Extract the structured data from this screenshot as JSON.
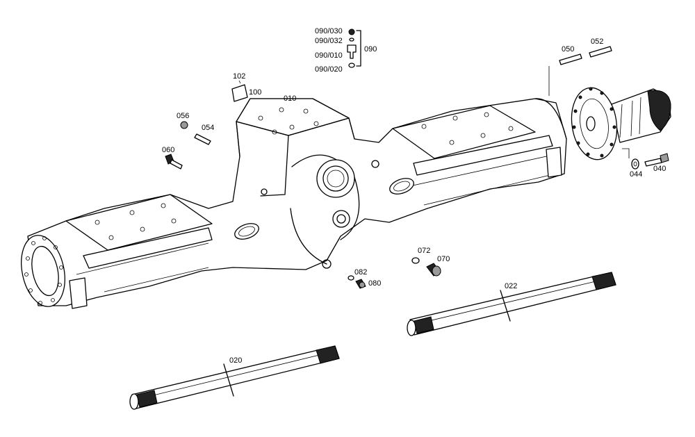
{
  "labels": {
    "p010": "010",
    "p020": "020",
    "p022": "022",
    "p040": "040",
    "p044": "044",
    "p050": "050",
    "p052": "052",
    "p054": "054",
    "p056": "056",
    "p060": "060",
    "p070": "070",
    "p072": "072",
    "p080": "080",
    "p082": "082",
    "p090": "090",
    "p090_010": "090/010",
    "p090_020": "090/020",
    "p090_030": "090/030",
    "p090_032": "090/032",
    "p100": "100",
    "p102": "102"
  }
}
